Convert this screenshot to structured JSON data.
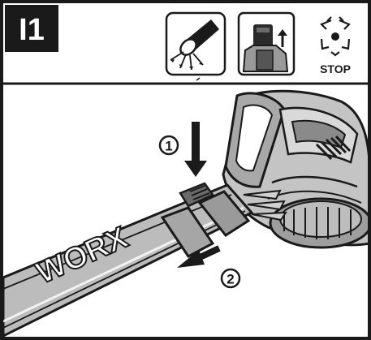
{
  "header": {
    "step_code": "I1",
    "stop_label": "STOP"
  },
  "illustration": {
    "brand_text": "WORX",
    "step_numbers": [
      "1",
      "2"
    ]
  },
  "icons": [
    "nozzle-airflow-icon",
    "battery-remove-icon",
    "fan-stop-icon"
  ],
  "colors": {
    "ink": "#1a1a1a",
    "paper": "#ffffff",
    "tool_gray": "#b8b8b8",
    "tool_mid": "#8c8c8c",
    "tool_dark": "#3a3a3a"
  }
}
